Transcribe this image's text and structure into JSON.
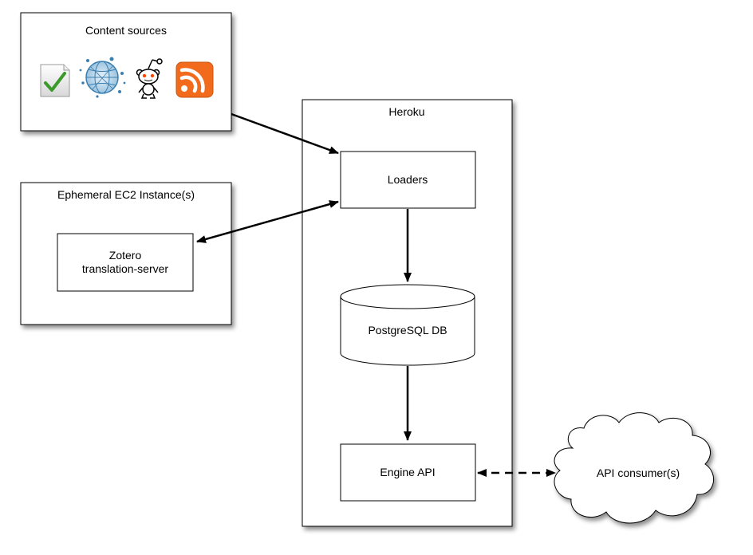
{
  "content_sources": {
    "title": "Content sources",
    "icons": [
      "document-check-icon",
      "network-globe-icon",
      "reddit-alien-icon",
      "rss-feed-icon"
    ]
  },
  "ec2": {
    "title": "Ephemeral EC2 Instance(s)",
    "zotero_line1": "Zotero",
    "zotero_line2": "translation-server"
  },
  "heroku": {
    "title": "Heroku",
    "loaders": "Loaders",
    "database": "PostgreSQL DB",
    "engine_api": "Engine API"
  },
  "consumer": {
    "label": "API consumer(s)"
  },
  "colors": {
    "rss": "#f26b1d",
    "globe": "#3a7fb0",
    "check": "#3c9a2a",
    "reddit_accent": "#ff4500"
  }
}
